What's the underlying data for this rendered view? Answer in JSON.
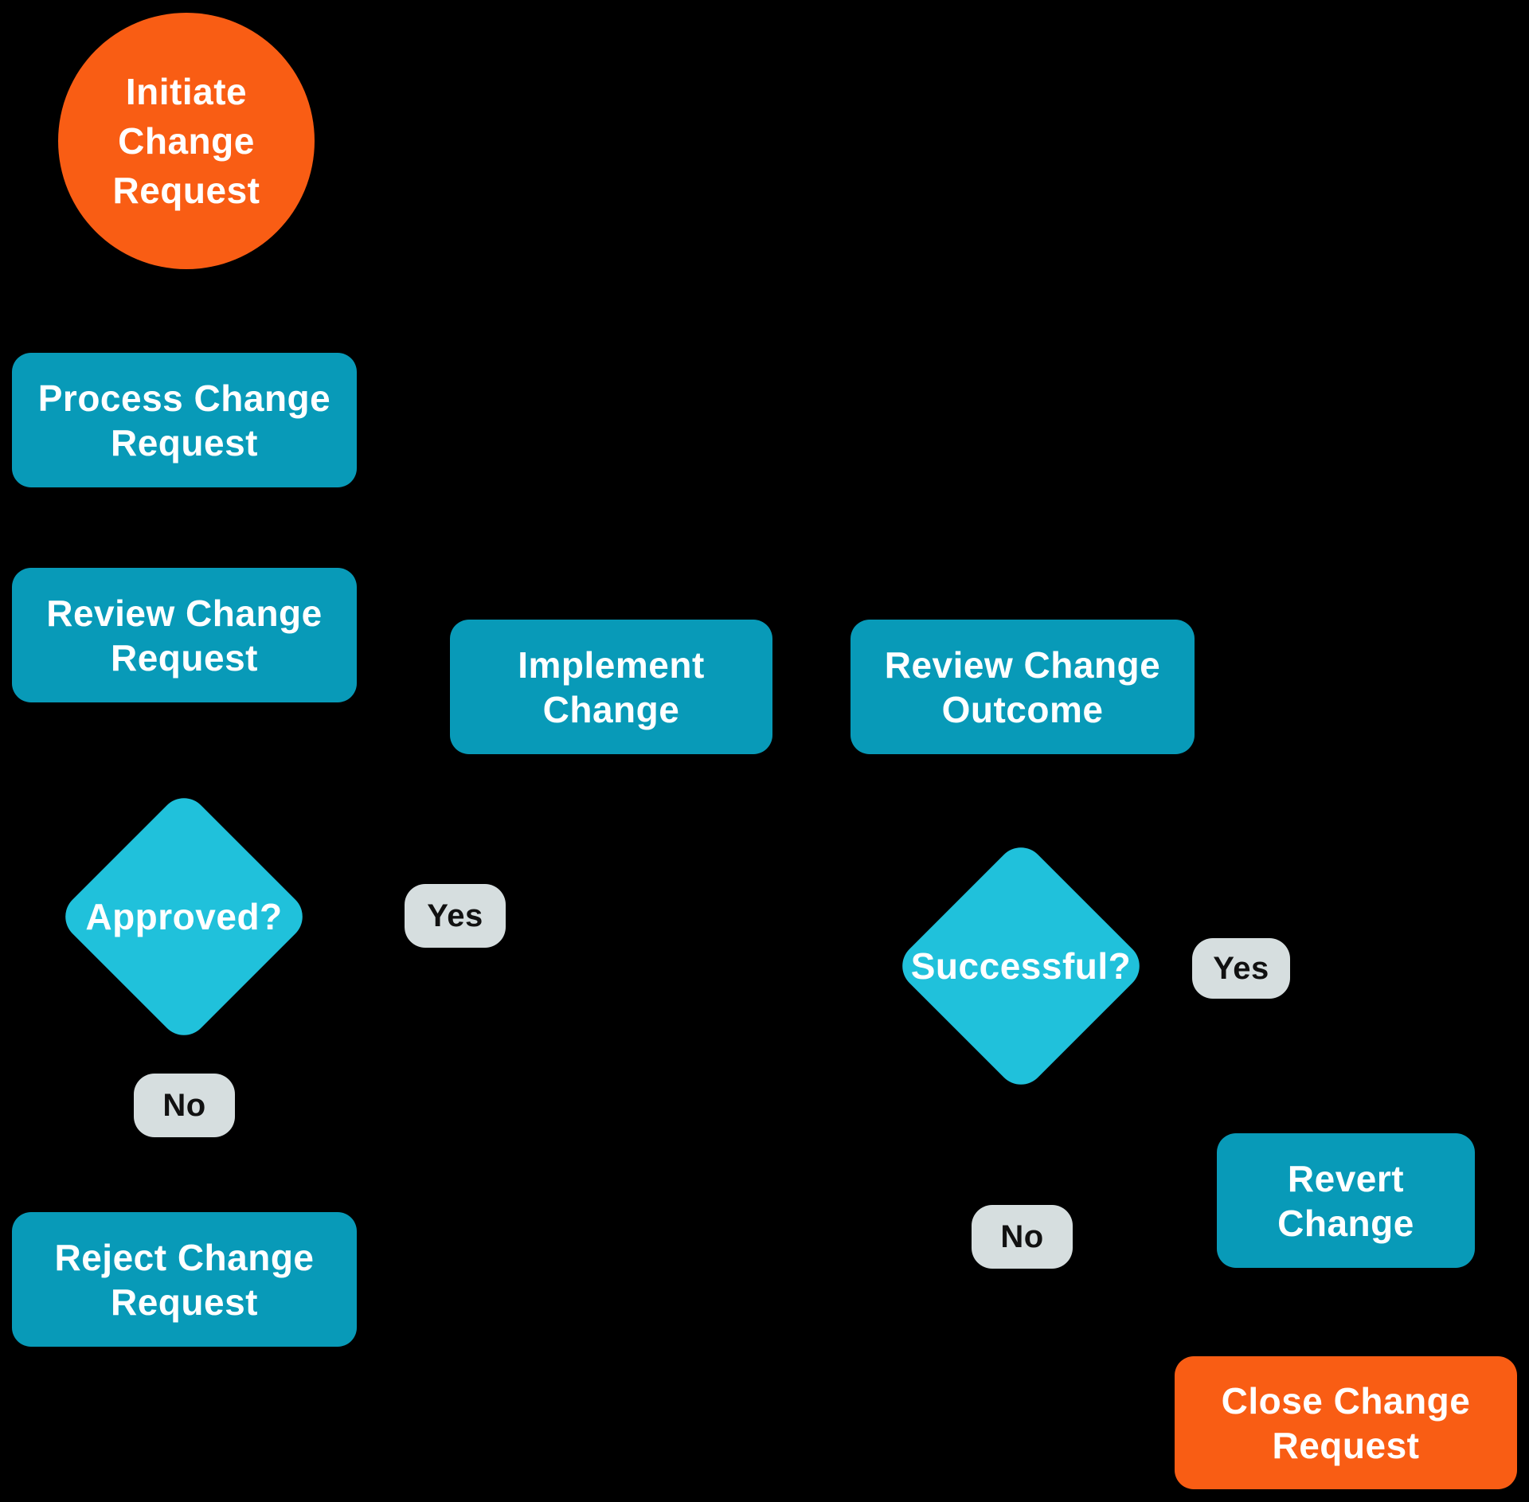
{
  "canvas": {
    "background": "#000000"
  },
  "colors": {
    "background": "#000000",
    "orange": "#F95D14",
    "teal": "#089AB8",
    "cyan": "#20C1DB",
    "pill": "#D6DEDF",
    "pill_text": "#111111",
    "node_text": "#FFFFFF"
  },
  "nodes": {
    "start": {
      "type": "start-circle",
      "label": "Initiate\nChange\nRequest"
    },
    "process": {
      "type": "process-box",
      "label": "Process Change\nRequest"
    },
    "review_request": {
      "type": "process-box",
      "label": "Review Change\nRequest"
    },
    "approved": {
      "type": "decision",
      "label": "Approved?"
    },
    "yes_left": {
      "type": "edge-label",
      "label": "Yes"
    },
    "no_left": {
      "type": "edge-label",
      "label": "No"
    },
    "reject": {
      "type": "process-box",
      "label": "Reject Change\nRequest"
    },
    "implement": {
      "type": "process-box",
      "label": "Implement\nChange"
    },
    "review_outcome": {
      "type": "process-box",
      "label": "Review Change\nOutcome"
    },
    "successful": {
      "type": "decision",
      "label": "Successful?"
    },
    "yes_right": {
      "type": "edge-label",
      "label": "Yes"
    },
    "no_right": {
      "type": "edge-label",
      "label": "No"
    },
    "revert": {
      "type": "process-box",
      "label": "Revert\nChange"
    },
    "close": {
      "type": "end-box",
      "label": "Close Change\nRequest"
    }
  }
}
